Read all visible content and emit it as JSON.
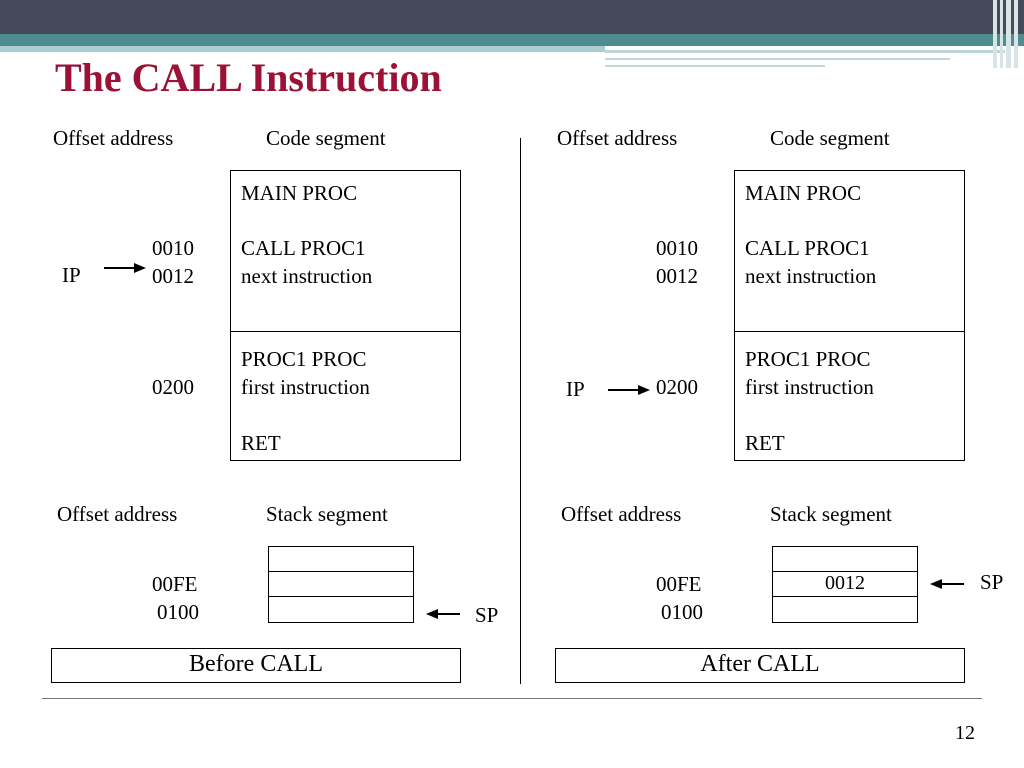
{
  "slide": {
    "title": "The CALL Instruction",
    "page_number": "12",
    "colors": {
      "title": "#9b1236",
      "header_dark": "#444a5a",
      "header_teal": "#4f8c8f"
    }
  },
  "before": {
    "code": {
      "offset_header": "Offset address",
      "segment_header": "Code segment",
      "main_lines": [
        "MAIN PROC",
        "",
        "CALL PROC1",
        "next instruction"
      ],
      "proc_lines": [
        "PROC1 PROC",
        "first instruction",
        "",
        "RET"
      ],
      "offsets": [
        "0010",
        "0012",
        "0200"
      ],
      "ip_label": "IP",
      "ip_points_to": "0012"
    },
    "stack": {
      "offset_header": "Offset address",
      "segment_header": "Stack segment",
      "offsets": [
        "00FE",
        "0100"
      ],
      "cells": [
        "",
        "",
        ""
      ],
      "sp_label": "SP",
      "sp_points_to": "0100"
    },
    "caption": "Before CALL"
  },
  "after": {
    "code": {
      "offset_header": "Offset address",
      "segment_header": "Code segment",
      "main_lines": [
        "MAIN PROC",
        "",
        "CALL PROC1",
        "next instruction"
      ],
      "proc_lines": [
        "PROC1 PROC",
        "first instruction",
        "",
        "RET"
      ],
      "offsets": [
        "0010",
        "0012",
        "0200"
      ],
      "ip_label": "IP",
      "ip_points_to": "0200"
    },
    "stack": {
      "offset_header": "Offset address",
      "segment_header": "Stack segment",
      "offsets": [
        "00FE",
        "0100"
      ],
      "cells": [
        "",
        "0012",
        ""
      ],
      "sp_label": "SP",
      "sp_points_to": "00FE"
    },
    "caption": "After CALL"
  }
}
